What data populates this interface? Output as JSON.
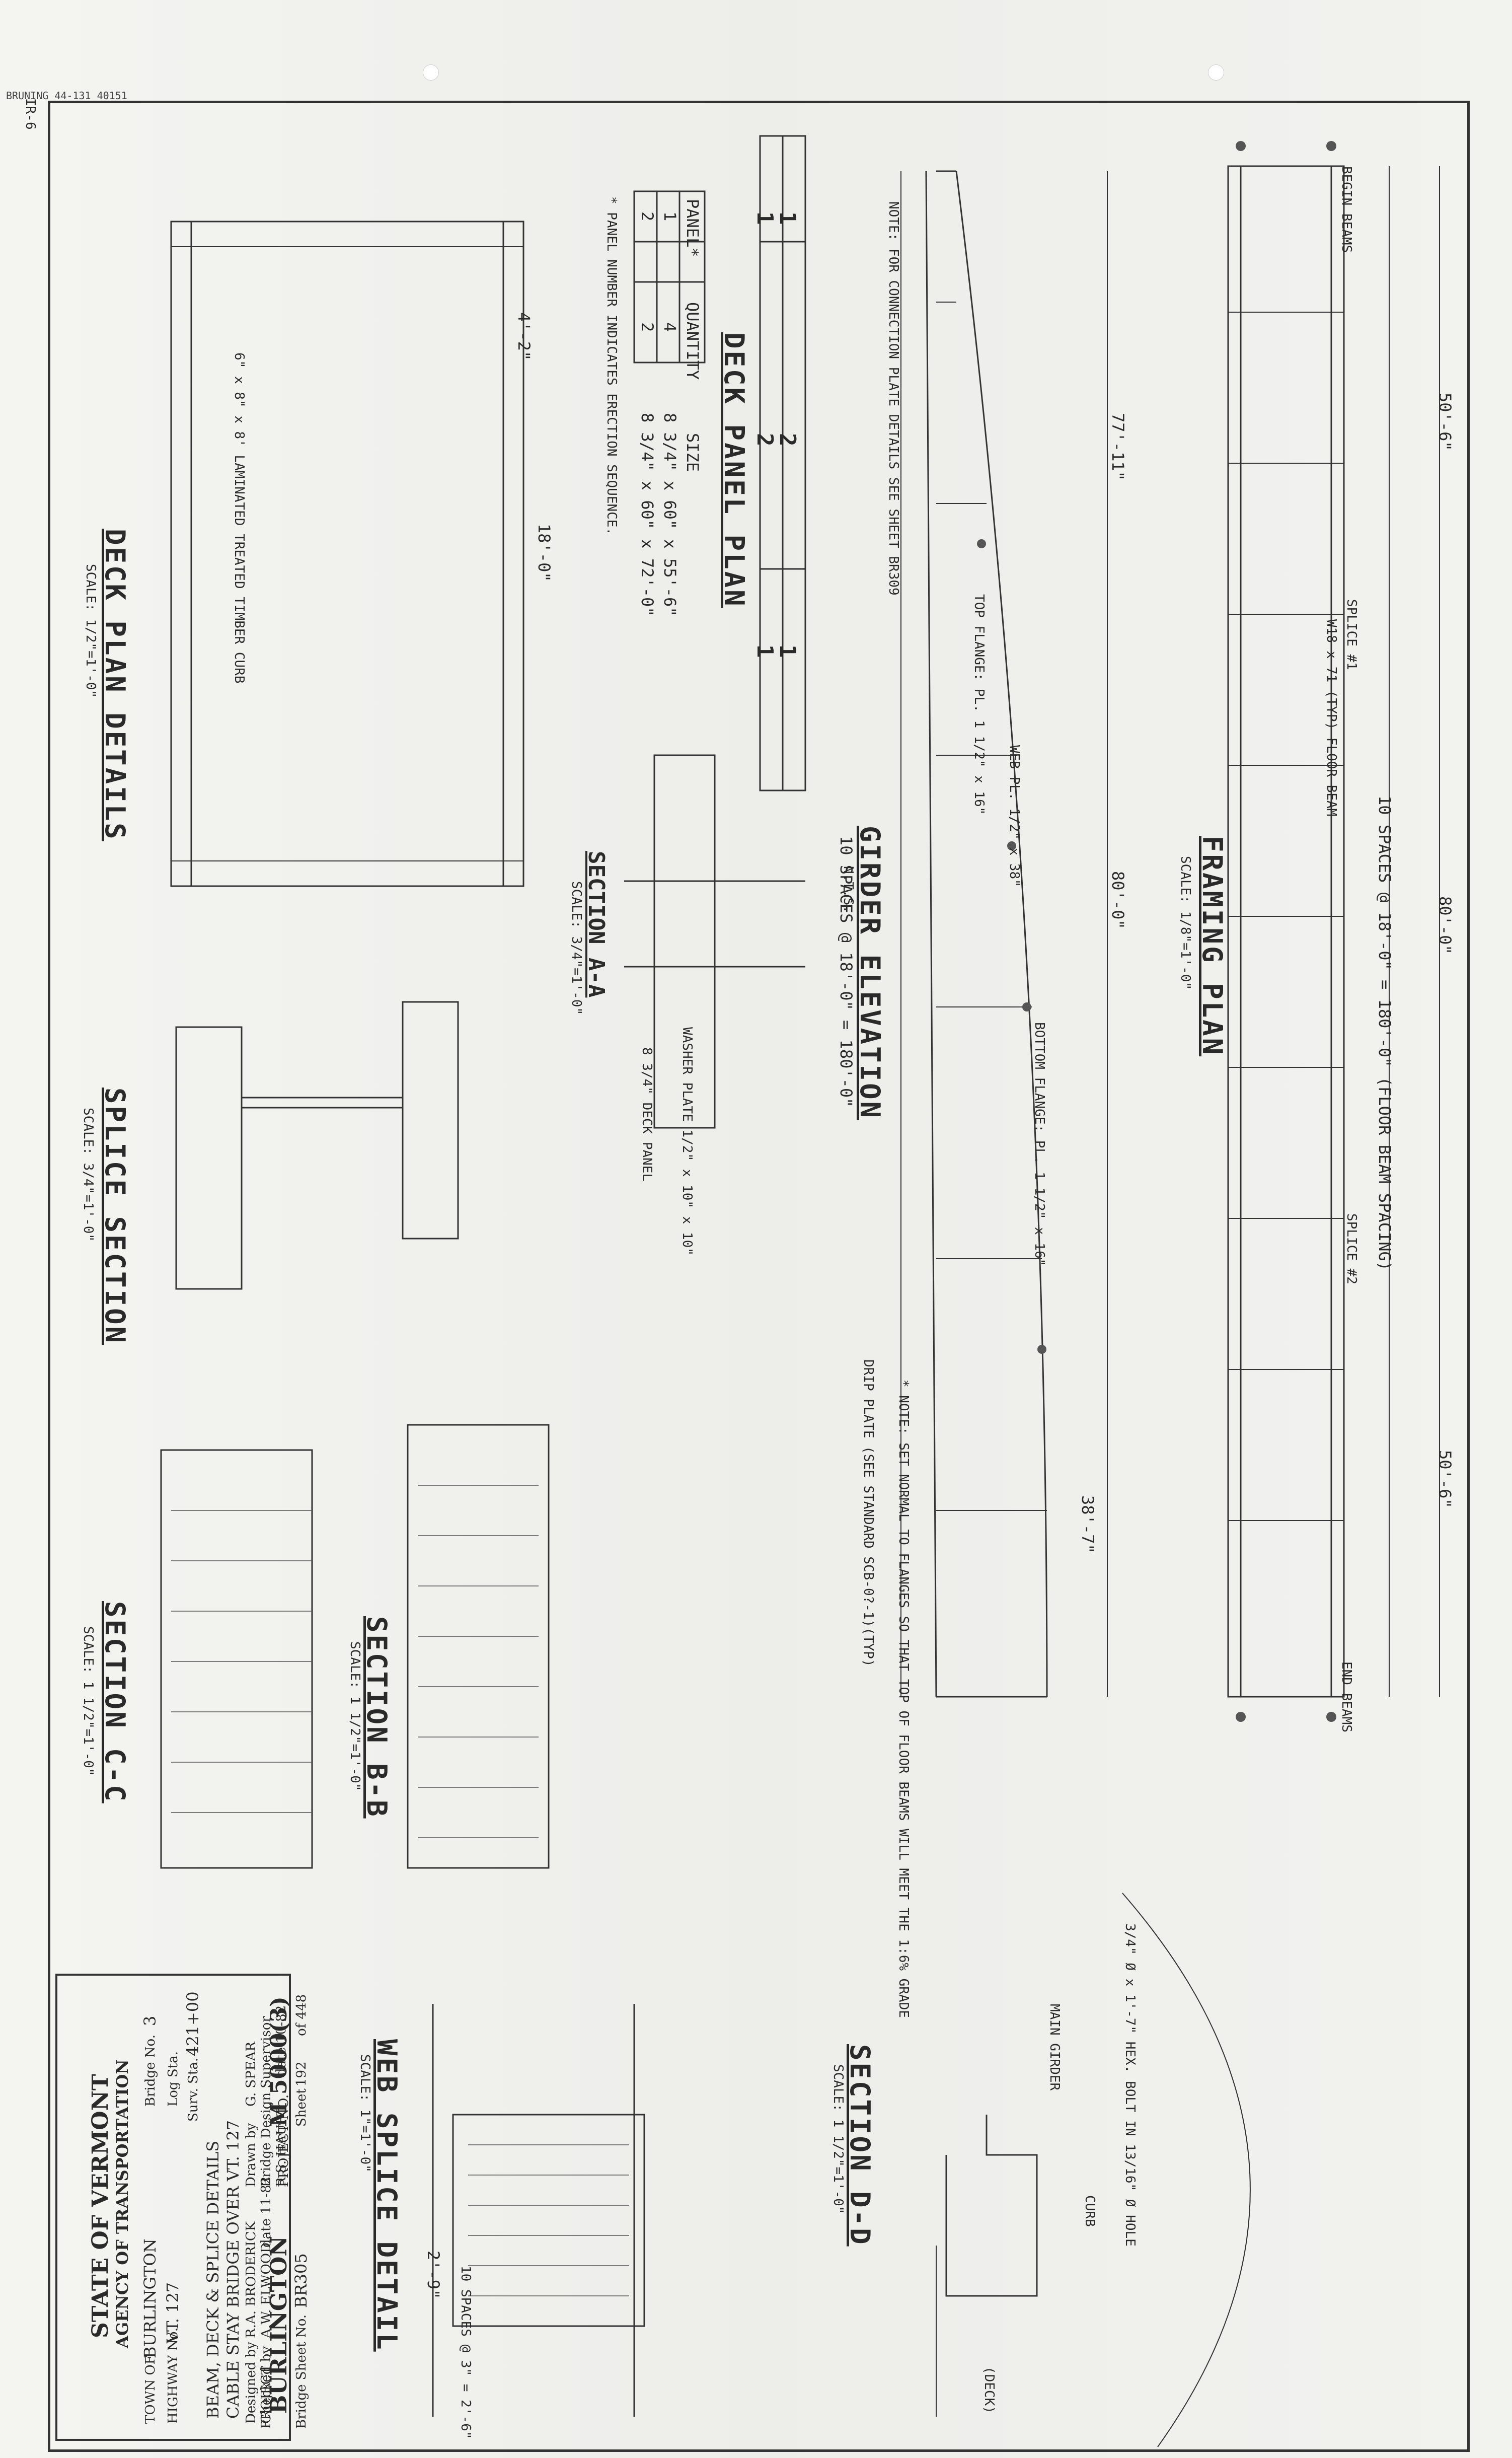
{
  "stamp": "BRUNING 44-131 40151",
  "corner_mark": "IR-6",
  "titles": {
    "deck_panel_plan": "DECK PANEL PLAN",
    "deck_plan_details": "DECK PLAN DETAILS",
    "deck_plan_scale": "SCALE: 1/2\"=1'-0\"",
    "girder_elevation": "GIRDER ELEVATION",
    "girder_scale": "N.T.S.",
    "framing_plan": "FRAMING PLAN",
    "framing_scale": "SCALE: 1/8\"=1'-0\"",
    "section_aa": "SECTION A-A",
    "section_aa_scale": "SCALE: 3/4\"=1'-0\"",
    "splice_section": "SPLICE SECTION",
    "splice_scale": "SCALE: 3/4\"=1'-0\"",
    "section_bb": "SECTION B-B",
    "section_bb_scale": "SCALE: 1 1/2\"=1'-0\"",
    "section_cc": "SECTION C-C",
    "section_cc_scale": "SCALE: 1 1/2\"=1'-0\"",
    "web_splice": "WEB SPLICE DETAIL",
    "web_splice_scale": "SCALE: 1\"=1'-0\"",
    "section_dd": "SECTION D-D",
    "section_dd_scale": "SCALE: 1 1/2\"=1'-0\""
  },
  "panel_table": {
    "headers": [
      "PANEL*",
      "QUANTITY",
      "SIZE"
    ],
    "rows": [
      [
        "1",
        "4",
        "8 3/4\" x 60\" x 55'-6\""
      ],
      [
        "2",
        "2",
        "8 3/4\" x 60\" x 72'-0\""
      ]
    ],
    "note": "* PANEL NUMBER INDICATES ERECTION SEQUENCE."
  },
  "panel_strip": [
    "1",
    "1",
    "2",
    "2",
    "1",
    "1"
  ],
  "notes": {
    "connection": "NOTE: FOR CONNECTION PLATE DETAILS SEE SHEET BR309",
    "girder_spaces": "10 SPACES @ 18'-0\" = 180'-0\"",
    "framing_spaces": "10 SPACES @ 18'-0\" = 180'-0\" (FLOOR BEAM SPACING)",
    "normal": "* NOTE: SET NORMAL TO FLANGES SO THAT TOP OF FLOOR BEAMS WILL MEET THE 1:6% GRADE",
    "drip": "DRIP PLATE (SEE STANDARD SCB-0?-1)(TYP)",
    "begin": "BEGIN BEAMS",
    "end": "END BEAMS"
  },
  "dims": {
    "d1": "50'-6\"",
    "d2": "80'-0\"",
    "d3": "50'-6\"",
    "d4": "18'-0\"",
    "d5": "4'-2\"",
    "d6": "38'-7\"",
    "d7": "77'-11\"",
    "d8": "80'-0\"",
    "d9": "2'-9\"",
    "d10": "10 SPACES @ 3\" = 2'-6\""
  },
  "labels": {
    "web": "WEB PL. 1/2\" x 38\"",
    "top_flange": "TOP FLANGE: PL. 1 1/2\" x 16\"",
    "bottom_flange": "BOTTOM FLANGE: PL. 1 1/2\" x 16\"",
    "floor_beam": "W18 x 71 (TYP) FLOOR BEAM",
    "washer": "WASHER PLATE 1/2\" x 10\" x 10\"",
    "deck_panel": "8 3/4\" DECK PANEL",
    "timber": "6\" x 8\" x 8' LAMINATED TREATED TIMBER CURB",
    "splice1": "SPLICE #1",
    "splice2": "SPLICE #2",
    "curb": "CURB",
    "bolt": "3/4\" Ø x 1'-7\" HEX. BOLT IN 13/16\" Ø HOLE",
    "main_girder": "MAIN GIRDER",
    "deck": "(DECK)"
  },
  "title_block": {
    "state": "STATE OF VERMONT",
    "agency": "AGENCY OF TRANSPORTATION",
    "town_label": "TOWN OF",
    "town": "BURLINGTON",
    "bridge_no_label": "Bridge No.",
    "bridge_no": "3",
    "highway_label": "HIGHWAY No.",
    "highway": "VT. 127",
    "log_sta_label": "Log Sta.",
    "log_sta": "",
    "surv_sta_label": "Surv. Sta.",
    "surv_sta": "421+00",
    "desc1": "BEAM, DECK & SPLICE DETAILS",
    "desc2": "CABLE STAY BRIDGE OVER VT. 127",
    "designed_label": "Designed by",
    "designed": "R.A. BRODERICK",
    "checked_label": "Checked by",
    "checked": "A.W. ELWOOD",
    "date1": "date 11-82",
    "drawn_label": "Drawn by",
    "drawn": "G. SPEAR",
    "supervisor_label": "Bridge Design Supervisor",
    "supervisor": "R.S. HAUPT",
    "date2": "date 10-82",
    "project_label": "PROJECT",
    "project": "BURLINGTON",
    "project_no_label": "PROJECT NO.",
    "project_no": "M 5000(3)",
    "bridge_sheet_label": "Bridge Sheet No.",
    "bridge_sheet": "BR305",
    "sheet_label": "Sheet",
    "sheet": "192",
    "of": "of 448"
  }
}
